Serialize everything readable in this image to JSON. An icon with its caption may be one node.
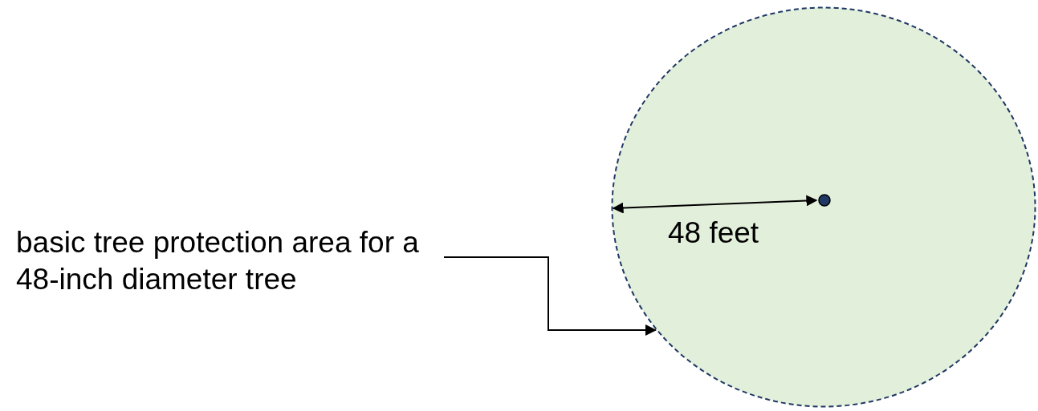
{
  "diagram": {
    "nodes": [
      {
        "text": [
          "basic tree protection area for a 48-inch diameter tree"
        ]
      },
      {
        "text": [],
        "shape": "circle"
      }
    ],
    "edges": [
      {
        "from": 0,
        "to": 1,
        "arrow": "to"
      }
    ],
    "labels": [
      "48 feet"
    ]
  }
}
